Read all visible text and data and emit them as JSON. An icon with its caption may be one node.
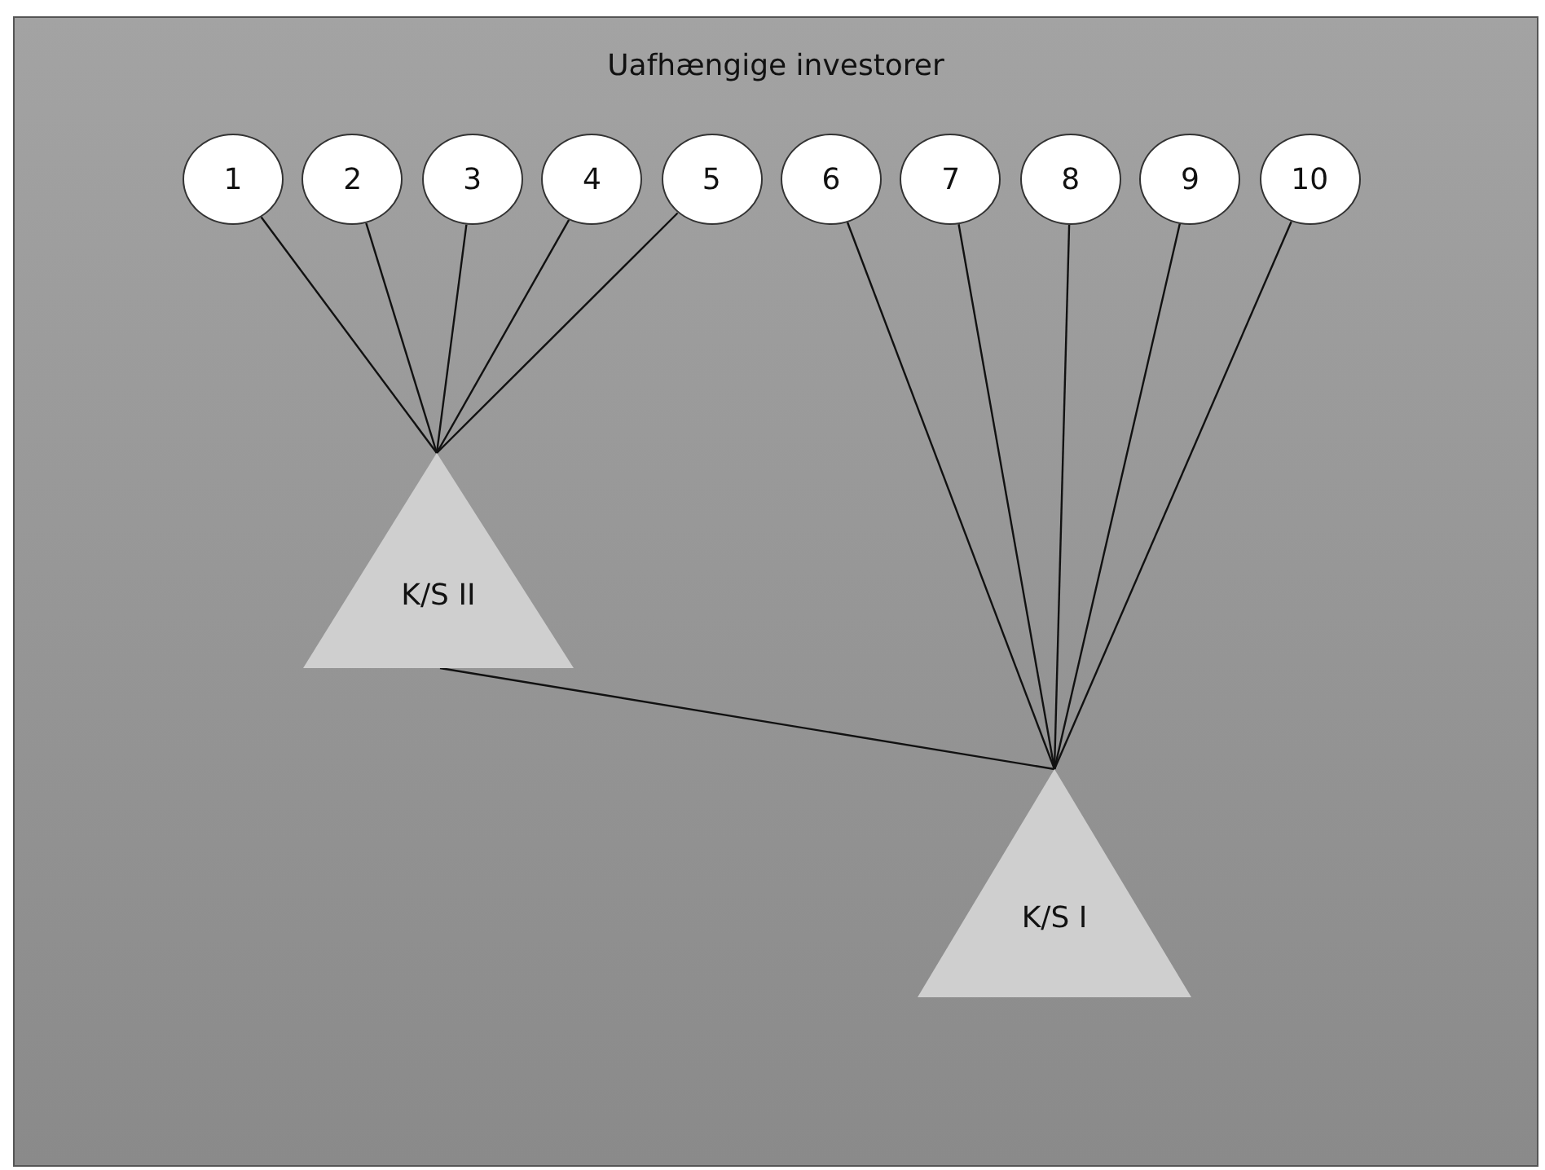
{
  "diagram": {
    "title": "Uafhængige investorer",
    "nodes": [
      {
        "text": [
          "1"
        ]
      },
      {
        "text": [
          "2"
        ]
      },
      {
        "text": [
          "3"
        ]
      },
      {
        "text": [
          "4"
        ]
      },
      {
        "text": [
          "5"
        ]
      },
      {
        "text": [
          "6"
        ]
      },
      {
        "text": [
          "7"
        ]
      },
      {
        "text": [
          "8"
        ]
      },
      {
        "text": [
          "9"
        ]
      },
      {
        "text": [
          "10"
        ]
      },
      {
        "text": [
          "K/S II"
        ]
      },
      {
        "text": [
          "K/S I"
        ]
      }
    ],
    "edges": [
      {
        "from": 0,
        "to": 10,
        "arrow": "none"
      },
      {
        "from": 1,
        "to": 10,
        "arrow": "none"
      },
      {
        "from": 2,
        "to": 10,
        "arrow": "none"
      },
      {
        "from": 3,
        "to": 10,
        "arrow": "none"
      },
      {
        "from": 4,
        "to": 10,
        "arrow": "none"
      },
      {
        "from": 5,
        "to": 11,
        "arrow": "none"
      },
      {
        "from": 6,
        "to": 11,
        "arrow": "none"
      },
      {
        "from": 7,
        "to": 11,
        "arrow": "none"
      },
      {
        "from": 8,
        "to": 11,
        "arrow": "none"
      },
      {
        "from": 9,
        "to": 11,
        "arrow": "none"
      },
      {
        "from": 10,
        "to": 11,
        "arrow": "none"
      }
    ]
  }
}
